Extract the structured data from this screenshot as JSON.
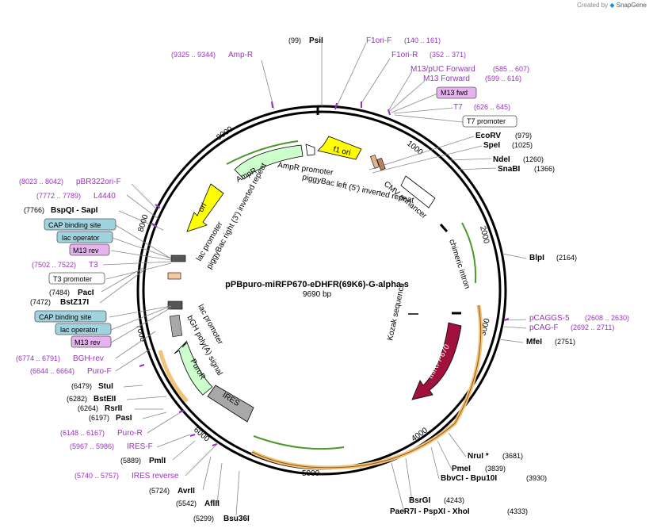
{
  "header": {
    "credit_prefix": "Created by",
    "brand": "SnapGene"
  },
  "plasmid": {
    "name": "pPBpuro-miRFP670-eDHFR(69K6)-G-alpha-s",
    "length": "9690 bp"
  },
  "ticks": [
    "1000",
    "2000",
    "3000",
    "4000",
    "5000",
    "6000",
    "7000",
    "8000",
    "9000"
  ],
  "right_labels": [
    {
      "num": "(99)",
      "name": "PsiI",
      "kind": "site"
    },
    {
      "num": "(140 .. 161)",
      "name": "F1ori-F",
      "kind": "primer"
    },
    {
      "num": "(352 .. 371)",
      "name": "F1ori-R",
      "kind": "primer"
    },
    {
      "num": "(585 .. 607)",
      "name": "M13/pUC Forward",
      "kind": "primer"
    },
    {
      "num": "(599 .. 616)",
      "name": "M13 Forward",
      "kind": "primer"
    },
    {
      "num": "",
      "name": "M13 fwd",
      "kind": "box-purple"
    },
    {
      "num": "(626 .. 645)",
      "name": "T7",
      "kind": "primer"
    },
    {
      "num": "",
      "name": "T7 promoter",
      "kind": "box-white"
    },
    {
      "num": "(979)",
      "name": "EcoRV",
      "kind": "site"
    },
    {
      "num": "(1025)",
      "name": "SpeI",
      "kind": "site"
    },
    {
      "num": "(1260)",
      "name": "NdeI",
      "kind": "site"
    },
    {
      "num": "(1366)",
      "name": "SnaBI",
      "kind": "site"
    },
    {
      "num": "(2164)",
      "name": "BlpI",
      "kind": "site"
    },
    {
      "num": "(2608 .. 2630)",
      "name": "pCAGGS-5",
      "kind": "primer"
    },
    {
      "num": "(2692 .. 2711)",
      "name": "pCAG-F",
      "kind": "primer"
    },
    {
      "num": "(2751)",
      "name": "MfeI",
      "kind": "site"
    },
    {
      "num": "(3681)",
      "name": "NruI *",
      "kind": "site"
    },
    {
      "num": "(3839)",
      "name": "PmeI",
      "kind": "site"
    },
    {
      "num": "(3930)",
      "name": "BbvCI - Bpu10I",
      "kind": "site"
    },
    {
      "num": "(4243)",
      "name": "BsrGI",
      "kind": "site"
    },
    {
      "num": "(4333)",
      "name": "PaeR7I - PspXI - XhoI",
      "kind": "site"
    }
  ],
  "left_labels": [
    {
      "num": "(9325 .. 9344)",
      "name": "Amp-R",
      "kind": "primer"
    },
    {
      "num": "(8023 .. 8042)",
      "name": "pBR322ori-F",
      "kind": "primer"
    },
    {
      "num": "(7772 .. 7789)",
      "name": "L4440",
      "kind": "primer"
    },
    {
      "num": "(7766)",
      "name": "BspQI - SapI",
      "kind": "site"
    },
    {
      "num": "",
      "name": "CAP binding site",
      "kind": "box-blue"
    },
    {
      "num": "",
      "name": "lac operator",
      "kind": "box-blue"
    },
    {
      "num": "",
      "name": "M13 rev",
      "kind": "box-purple"
    },
    {
      "num": "(7502 .. 7522)",
      "name": "T3",
      "kind": "primer"
    },
    {
      "num": "",
      "name": "T3 promoter",
      "kind": "box-white"
    },
    {
      "num": "(7484)",
      "name": "PacI",
      "kind": "site"
    },
    {
      "num": "(7472)",
      "name": "BstZ17I",
      "kind": "site"
    },
    {
      "num": "",
      "name": "CAP binding site",
      "kind": "box-blue"
    },
    {
      "num": "",
      "name": "lac operator",
      "kind": "box-blue"
    },
    {
      "num": "",
      "name": "M13 rev",
      "kind": "box-purple"
    },
    {
      "num": "(6774 .. 6791)",
      "name": "BGH-rev",
      "kind": "primer"
    },
    {
      "num": "(6644 .. 6664)",
      "name": "Puro-F",
      "kind": "primer"
    },
    {
      "num": "(6479)",
      "name": "StuI",
      "kind": "site"
    },
    {
      "num": "(6282)",
      "name": "BstEII",
      "kind": "site"
    },
    {
      "num": "(6264)",
      "name": "RsrII",
      "kind": "site"
    },
    {
      "num": "(6197)",
      "name": "PasI",
      "kind": "site"
    },
    {
      "num": "(6148 .. 6167)",
      "name": "Puro-R",
      "kind": "primer"
    },
    {
      "num": "(5967 .. 5986)",
      "name": "IRES-F",
      "kind": "primer"
    },
    {
      "num": "(5889)",
      "name": "PmlI",
      "kind": "site"
    },
    {
      "num": "(5740 .. 5757)",
      "name": "IRES reverse",
      "kind": "primer"
    },
    {
      "num": "(5724)",
      "name": "AvrII",
      "kind": "site"
    },
    {
      "num": "(5542)",
      "name": "AflII",
      "kind": "site"
    },
    {
      "num": "(5299)",
      "name": "Bsu36I",
      "kind": "site"
    }
  ],
  "features": {
    "f1_ori": "f1 ori",
    "ampr": "AmpR",
    "ampr_promoter": "AmpR promoter",
    "pb_left": "piggyBac left (5') inverted repeat",
    "ori": "ori",
    "lac_promoter_1": "lac promoter",
    "pb_right": "piggyBac right (3') inverted repeat",
    "cmv": "CMV enhancer",
    "chimeric": "chimeric intron",
    "kozak": "Kozak sequence",
    "mirfp": "miRFP670",
    "lac_promoter_2": "lac promoter",
    "bgh": "bGH poly(A) signal",
    "puror": "PuroR",
    "ires": "IRES"
  },
  "colors": {
    "site": "#000000",
    "primer": "#9b30c0",
    "box_purple": "#e6b3f0",
    "box_blue": "#9fd3e0",
    "ori_yellow": "#ffff00",
    "ampr_green": "#ccffcc",
    "mirfp": "#a0123c",
    "ires_gray": "#a8a8a8",
    "orf_orange": "#f3c27a",
    "orf_green": "#4a9a2a"
  }
}
